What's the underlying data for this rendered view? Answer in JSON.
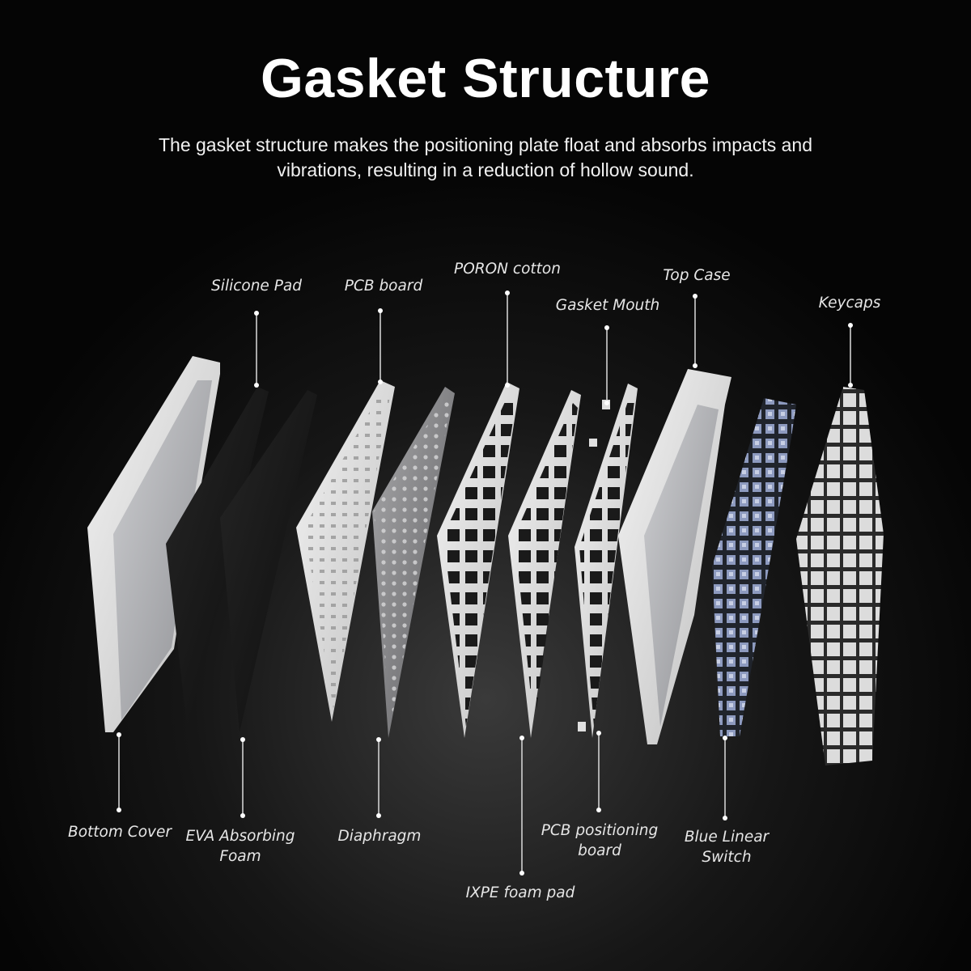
{
  "title": "Gasket Structure",
  "subtitle_line1": "The gasket structure makes the positioning plate float and absorbs impacts and",
  "subtitle_line2": "vibrations, resulting in a reduction of hollow sound.",
  "labels": {
    "silicone_pad": "Silicone Pad",
    "pcb_board": "PCB board",
    "poron_cotton": "PORON cotton",
    "gasket_mouth": "Gasket Mouth",
    "top_case": "Top Case",
    "keycaps": "Keycaps",
    "bottom_cover": "Bottom Cover",
    "eva_line1": "EVA Absorbing",
    "eva_line2": "Foam",
    "diaphragm": "Diaphragm",
    "ixpe_foam_pad": "IXPE foam pad",
    "pcb_positioning_line1": "PCB positioning",
    "pcb_positioning_line2": "board",
    "blue_linear_line1": "Blue Linear",
    "blue_linear_line2": "Switch"
  },
  "colors": {
    "background": "#050505",
    "text": "#ffffff",
    "leader_line": "#d0d0d0",
    "white_parts": "#e8e8e8",
    "black_parts": "#161616",
    "switch_blue": "#7f8fb8"
  }
}
